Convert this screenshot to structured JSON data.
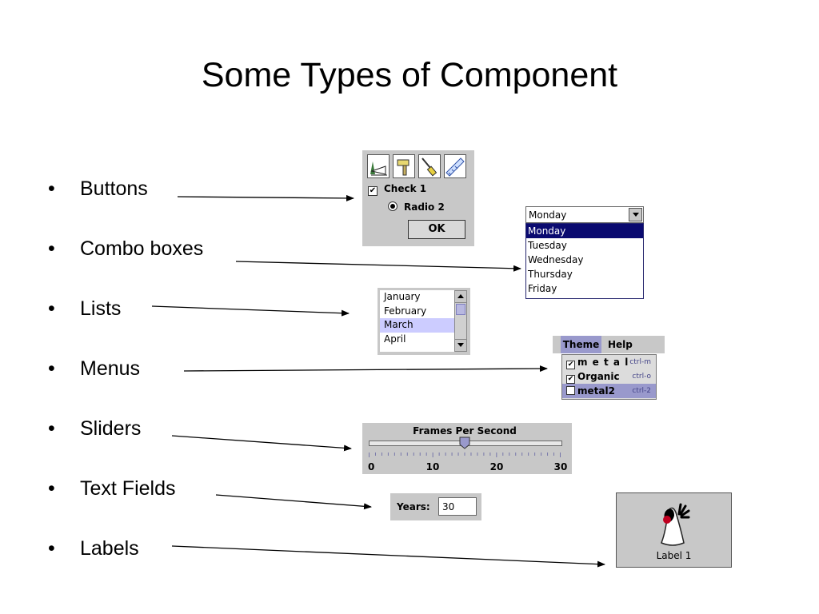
{
  "slide": {
    "title": "Some Types of Component",
    "bullets": [
      "Buttons",
      "Combo boxes",
      "Lists",
      "Menus",
      "Sliders",
      "Text Fields",
      "Labels"
    ],
    "bullet_glyph": "•"
  },
  "buttons_demo": {
    "toolbar_icons": [
      "paint-icon",
      "hammer-icon",
      "screwdriver-icon",
      "ruler-icon"
    ],
    "checkbox_label": "Check 1",
    "checkbox_mark": "✔",
    "radio_label": "Radio 2",
    "ok_label": "OK"
  },
  "combo_demo": {
    "selected": "Monday",
    "options": [
      "Monday",
      "Tuesday",
      "Wednesday",
      "Thursday",
      "Friday"
    ]
  },
  "list_demo": {
    "items": [
      "January",
      "February",
      "March",
      "April"
    ],
    "selected": "March"
  },
  "menu_demo": {
    "menus": [
      "Theme",
      "Help"
    ],
    "items": [
      {
        "label": "m e t a l",
        "accel": "ctrl-m",
        "checked": true
      },
      {
        "label": "Organic",
        "accel": "ctrl-o",
        "checked": true
      },
      {
        "label": "metal2",
        "accel": "ctrl-2",
        "checked": false
      }
    ],
    "check_mark": "✔"
  },
  "slider_demo": {
    "title": "Frames Per Second",
    "labels": [
      "0",
      "10",
      "20",
      "30"
    ],
    "min": 0,
    "max": 30,
    "value": 15
  },
  "textfield_demo": {
    "label": "Years:",
    "value": "30"
  },
  "label_demo": {
    "text": "Label 1",
    "icon": "duke-mascot-icon"
  },
  "colors": {
    "selection_dark": "#0a0a70",
    "selection_light": "#ccccff",
    "menu_highlight": "#9999cc",
    "panel_gray": "#c8c8c8"
  }
}
